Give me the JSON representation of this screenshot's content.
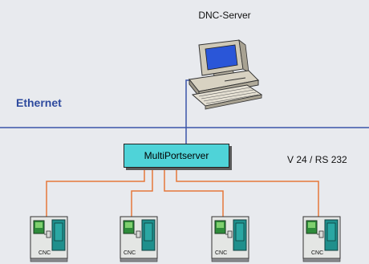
{
  "server": {
    "label": "DNC-Server"
  },
  "network": {
    "label": "Ethernet",
    "color": "#2e4a9e"
  },
  "multiport": {
    "label": "MultiPortserver",
    "color": "#4fd3d8"
  },
  "serial": {
    "label": "V 24 / RS 232",
    "color": "#e6783a"
  },
  "machines": [
    {
      "label": "CNC"
    },
    {
      "label": "CNC"
    },
    {
      "label": "CNC"
    },
    {
      "label": "CNC"
    }
  ]
}
